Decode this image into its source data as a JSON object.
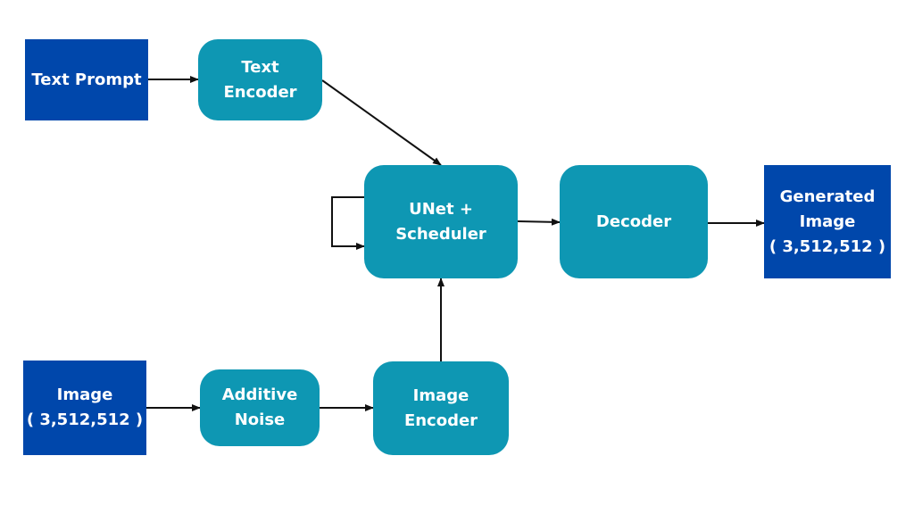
{
  "nodes": {
    "text_prompt": {
      "lines": [
        "Text Prompt"
      ]
    },
    "text_encoder": {
      "lines": [
        "Text",
        "Encoder"
      ]
    },
    "unet_scheduler": {
      "lines": [
        "UNet +",
        "Scheduler"
      ]
    },
    "decoder": {
      "lines": [
        "Decoder"
      ]
    },
    "generated_image": {
      "lines": [
        "Generated",
        "Image",
        "( 3,512,512 )"
      ]
    },
    "image": {
      "lines": [
        "Image",
        "( 3,512,512 )"
      ]
    },
    "additive_noise": {
      "lines": [
        "Additive",
        "Noise"
      ]
    },
    "image_encoder": {
      "lines": [
        "Image",
        "Encoder"
      ]
    }
  },
  "colors": {
    "io_box": "#0047ab",
    "process_box": "#0e97b3",
    "arrow": "#111111",
    "text": "#ffffff"
  }
}
